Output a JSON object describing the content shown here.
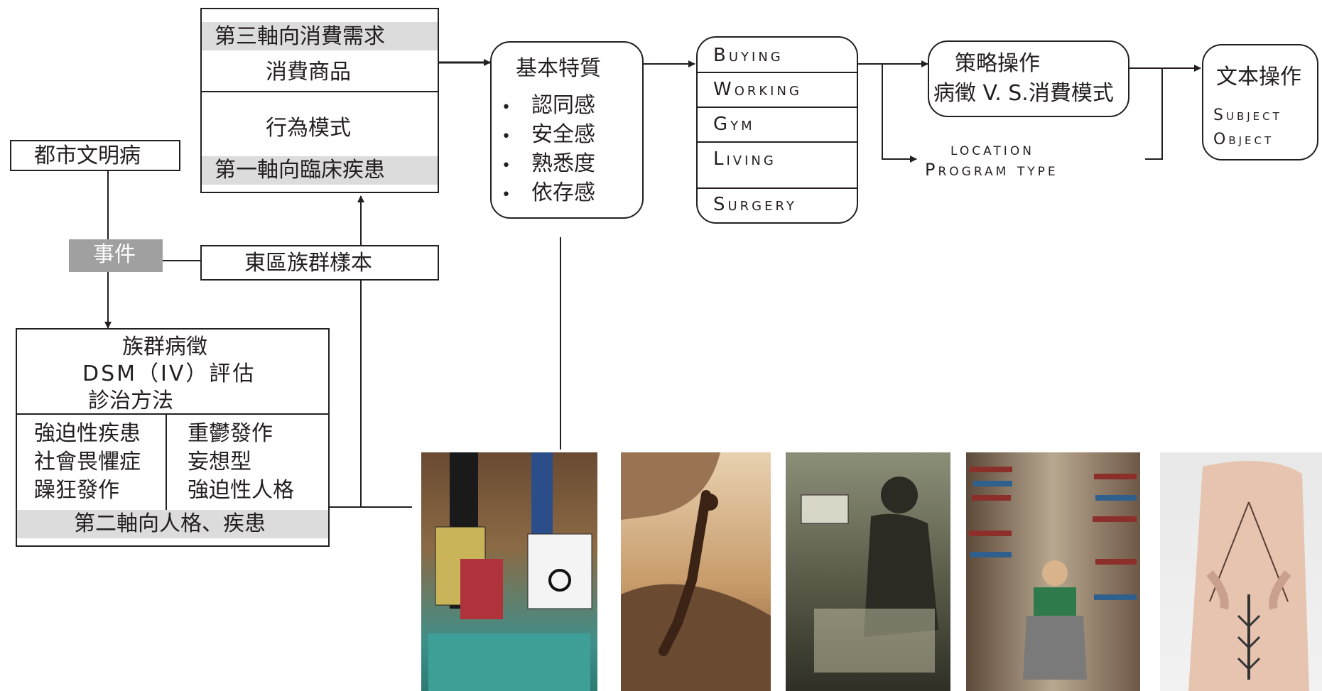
{
  "clinical_box": {
    "axis3_label": "第三軸向消費需求",
    "consumer_goods": "消費商品",
    "behavior_mode": "行為模式",
    "axis1_label": "第一軸向臨床疾患"
  },
  "urban_disease": "都市文明病",
  "event": "事件",
  "east_district_sample": "東區族群樣本",
  "symptom_box": {
    "title": "族群病徵",
    "dsm": "DSM（IV）評估",
    "treatment": "診治方法",
    "left_items": [
      "強迫性疾患",
      "社會畏懼症",
      "躁狂發作"
    ],
    "right_items": [
      "重鬱發作",
      "妄想型",
      "強迫性人格"
    ],
    "axis2_label": "第二軸向人格、疾患"
  },
  "basic_traits": {
    "title": "基本特質",
    "items": [
      "認同感",
      "安全感",
      "熟悉度",
      "依存感"
    ]
  },
  "program_list": [
    "Buying",
    "Working",
    "Gym",
    "Living",
    "Surgery"
  ],
  "strategy": {
    "line1": "策略操作",
    "line2": "病徵 V. S.消費模式"
  },
  "location_program": {
    "line1": "location",
    "line2": "Program type"
  },
  "text_operation": {
    "title": "文本操作",
    "subject": "Subject",
    "object": "Object"
  },
  "photos": [
    {
      "name": "shopping-photo",
      "icon": "shopping-bags-photo"
    },
    {
      "name": "climbing-photo",
      "icon": "man-pushing-rock-photo"
    },
    {
      "name": "phone-photo",
      "icon": "man-on-phone-photo"
    },
    {
      "name": "books-photo",
      "icon": "man-reading-in-books-photo"
    },
    {
      "name": "surgery-photo",
      "icon": "stitched-back-photo"
    }
  ],
  "colors": {
    "line": "#231f20",
    "grey_band": "#dcdcdc",
    "event_fill": "#a0a0a0"
  }
}
